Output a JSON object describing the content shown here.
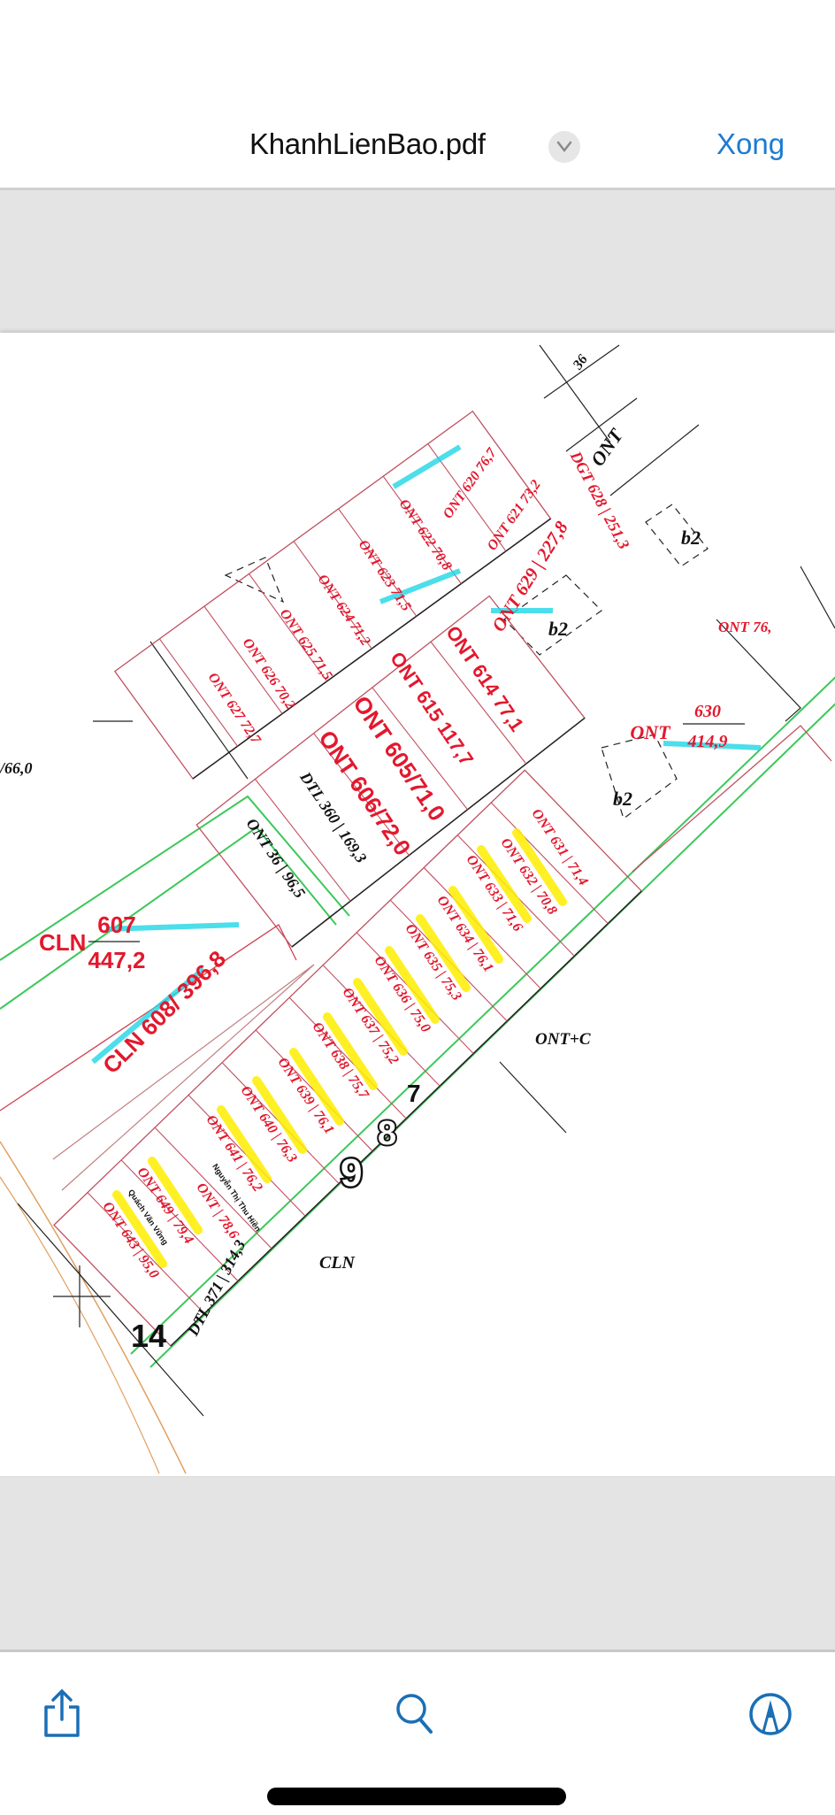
{
  "header": {
    "title": "KhanhLienBao.pdf",
    "done_label": "Xong"
  },
  "toolbar": {
    "share_icon": "share-icon",
    "search_icon": "search-icon",
    "markup_icon": "markup-pen-icon"
  },
  "colors": {
    "accent": "#1d7bd1",
    "parcel_label": "#e3182d",
    "road_line": "#3cc85a",
    "highlight": "#ffee00",
    "annotation": "#20d6e6"
  },
  "map": {
    "row_a": [
      "ONT 643 | 95,0",
      "ONT 649 | 79,4",
      "ONT | 78,6",
      "ONT 641 | 76,2",
      "ONT 640 | 76,3",
      "ONT 639 | 76,1",
      "ONT 638 | 75,7",
      "ONT 637 | 75,2",
      "ONT 636 | 75,0",
      "ONT 635 | 75,3",
      "ONT 634 | 76,1",
      "ONT 633 | 71,6",
      "ONT 632 | 70,8",
      "ONT 631 | 71,4"
    ],
    "row_b": [
      "ONT 606/72,0",
      "ONT 605/71,0",
      "ONT 615 117,7",
      "ONT 614 77,1",
      "ONT 629 | 227,8"
    ],
    "row_c": [
      "ONT 627 72,7",
      "ONT 626 70,2",
      "ONT 625 71,5",
      "ONT 624 71,2",
      "ONT 623 71,5",
      "ONT 622 70,8",
      "ONT 620 76,7",
      "ONT 621 73,2",
      "DGT 628 | 251,3"
    ],
    "dtl_360": "DTL 360 | 169,3",
    "ont_36x": "ONT 36 | 96,5",
    "dtl_371": "DTL 371 | 314,3",
    "cln_607": {
      "code": "CLN",
      "id": "607",
      "area": "447,2"
    },
    "cln_608": "CLN 608/ 396,8",
    "ont_630": {
      "code": "ONT",
      "id": "630",
      "area": "414,9"
    },
    "ont_top_right": "ONT 76,",
    "ont_black": "ONT",
    "top_number": "36",
    "left_area": "/66,0",
    "ont_c": "ONT+C",
    "cln": "CLN",
    "b2": "b2",
    "owner_1": "Nguyễn Thị Thu Hiền",
    "owner_2": "Quách Văn Vững",
    "markers": [
      "7",
      "8",
      "9",
      "14"
    ]
  }
}
